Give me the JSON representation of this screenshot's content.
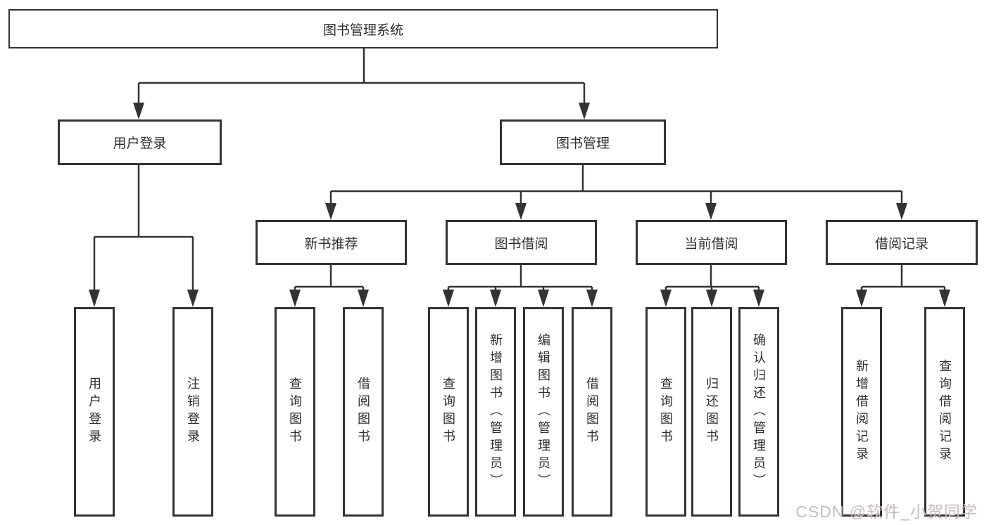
{
  "tree": {
    "label": "图书管理系统",
    "children": [
      {
        "label": "用户登录",
        "children": [
          {
            "label": "用户登录"
          },
          {
            "label": "注销登录"
          }
        ]
      },
      {
        "label": "图书管理",
        "children": [
          {
            "label": "新书推荐",
            "children": [
              {
                "label": "查询图书"
              },
              {
                "label": "借阅图书"
              }
            ]
          },
          {
            "label": "图书借阅",
            "children": [
              {
                "label": "查询图书"
              },
              {
                "label": "新增图书（管理员）"
              },
              {
                "label": "编辑图书（管理员）"
              },
              {
                "label": "借阅图书"
              }
            ]
          },
          {
            "label": "当前借阅",
            "children": [
              {
                "label": "查询图书"
              },
              {
                "label": "归还图书"
              },
              {
                "label": "确认归还（管理员）"
              }
            ]
          },
          {
            "label": "借阅记录",
            "children": [
              {
                "label": "新增借阅记录"
              },
              {
                "label": "查询借阅记录"
              }
            ]
          }
        ]
      }
    ]
  },
  "watermark": {
    "text": "CSDN @软件_小贺同学"
  },
  "colors": {
    "line": "#333333",
    "text": "#2f2f2f",
    "background": "#ffffff",
    "watermark": "#c9bbbb"
  }
}
